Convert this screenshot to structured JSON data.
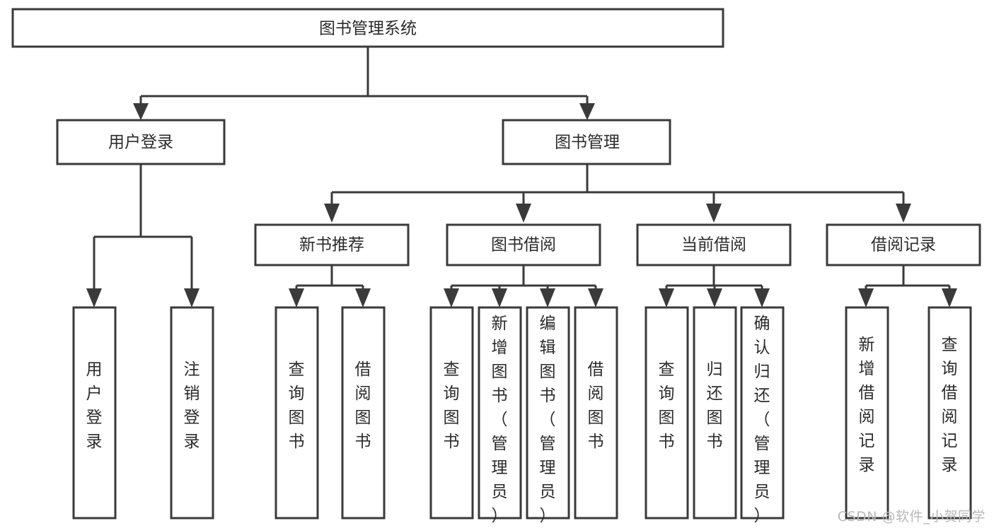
{
  "diagram": {
    "type": "tree-hierarchy",
    "orientation": "top-down",
    "title": "图书管理系统",
    "style": {
      "box_fill": "#ffffff",
      "box_stroke": "#3a3a3a",
      "text_color": "#2b2b2b",
      "background": "#ffffff",
      "watermark_color": "#b8b8b8"
    },
    "levels": [
      {
        "level": 1,
        "nodes": [
          {
            "id": "root",
            "label": "图书管理系统",
            "orientation": "horizontal"
          }
        ]
      },
      {
        "level": 2,
        "nodes": [
          {
            "id": "login",
            "label": "用户登录",
            "orientation": "horizontal",
            "parent": "root"
          },
          {
            "id": "bookmgmt",
            "label": "图书管理",
            "orientation": "horizontal",
            "parent": "root"
          }
        ]
      },
      {
        "level": 3,
        "nodes": [
          {
            "id": "newbook",
            "label": "新书推荐",
            "orientation": "horizontal",
            "parent": "bookmgmt"
          },
          {
            "id": "borrow",
            "label": "图书借阅",
            "orientation": "horizontal",
            "parent": "bookmgmt"
          },
          {
            "id": "current",
            "label": "当前借阅",
            "orientation": "horizontal",
            "parent": "bookmgmt"
          },
          {
            "id": "records",
            "label": "借阅记录",
            "orientation": "horizontal",
            "parent": "bookmgmt"
          }
        ]
      },
      {
        "level": 4,
        "nodes": [
          {
            "id": "leaf-user-login",
            "label": "用户登录",
            "orientation": "vertical",
            "parent": "login"
          },
          {
            "id": "leaf-user-logout",
            "label": "注销登录",
            "orientation": "vertical",
            "parent": "login"
          },
          {
            "id": "leaf-query-book-1",
            "label": "查询图书",
            "orientation": "vertical",
            "parent": "newbook"
          },
          {
            "id": "leaf-borrow-book-1",
            "label": "借阅图书",
            "orientation": "vertical",
            "parent": "newbook"
          },
          {
            "id": "leaf-query-book-2",
            "label": "查询图书",
            "orientation": "vertical",
            "parent": "borrow"
          },
          {
            "id": "leaf-add-book",
            "label": "新增图书（管理员）",
            "orientation": "vertical",
            "parent": "borrow"
          },
          {
            "id": "leaf-edit-book",
            "label": "编辑图书（管理员）",
            "orientation": "vertical",
            "parent": "borrow"
          },
          {
            "id": "leaf-borrow-book-2",
            "label": "借阅图书",
            "orientation": "vertical",
            "parent": "borrow"
          },
          {
            "id": "leaf-query-book-3",
            "label": "查询图书",
            "orientation": "vertical",
            "parent": "current"
          },
          {
            "id": "leaf-return-book",
            "label": "归还图书",
            "orientation": "vertical",
            "parent": "current"
          },
          {
            "id": "leaf-confirm-return",
            "label": "确认归还（管理员）",
            "orientation": "vertical",
            "parent": "current"
          },
          {
            "id": "leaf-add-record",
            "label": "新增借阅记录",
            "orientation": "vertical",
            "parent": "records"
          },
          {
            "id": "leaf-query-record",
            "label": "查询借阅记录",
            "orientation": "vertical",
            "parent": "records"
          }
        ]
      }
    ]
  },
  "watermark": {
    "text": "CSDN @软件_小贺同学"
  }
}
